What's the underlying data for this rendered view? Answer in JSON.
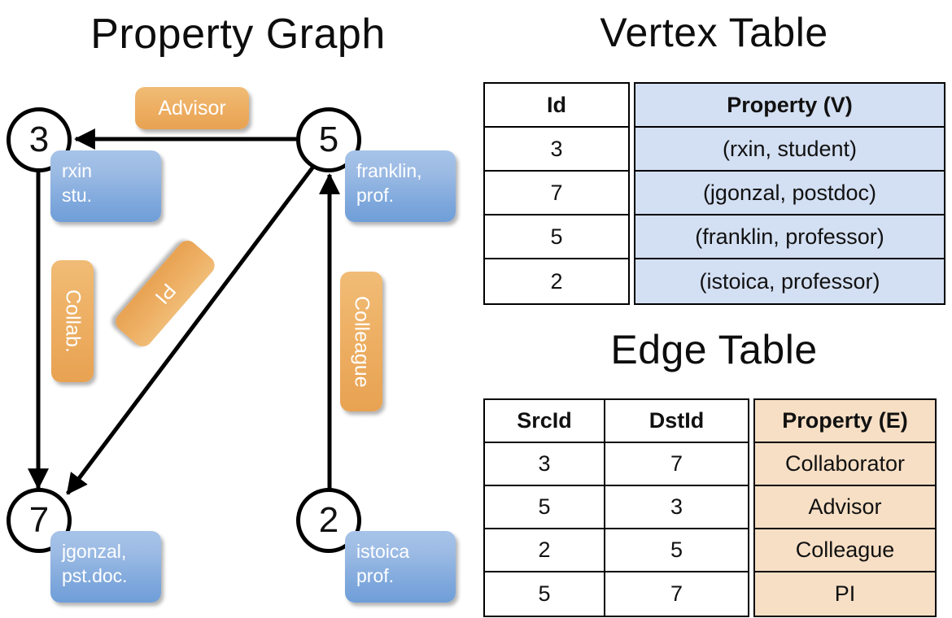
{
  "titles": {
    "property_graph": "Property Graph",
    "vertex_table": "Vertex Table",
    "edge_table": "Edge Table"
  },
  "colors": {
    "vertex_property_fill": "#d3dff2",
    "edge_property_fill": "#f7dfc5",
    "vertex_box_fill": "#8cb3e0",
    "edge_label_fill": "#eeb166",
    "stroke": "#000000"
  },
  "graph": {
    "nodes": [
      {
        "id": "3",
        "label": "3",
        "property_lines": [
          "rxin",
          "stu."
        ]
      },
      {
        "id": "5",
        "label": "5",
        "property_lines": [
          "franklin,",
          "prof."
        ]
      },
      {
        "id": "7",
        "label": "7",
        "property_lines": [
          "jgonzal,",
          "pst.doc."
        ]
      },
      {
        "id": "2",
        "label": "2",
        "property_lines": [
          "istoica",
          "prof."
        ]
      }
    ],
    "edge_labels": [
      {
        "name": "advisor",
        "text": "Advisor",
        "orientation": "horizontal"
      },
      {
        "name": "collab",
        "text": "Collab.",
        "orientation": "vertical"
      },
      {
        "name": "pi",
        "text": "PI",
        "orientation": "diagonal"
      },
      {
        "name": "colleague",
        "text": "Colleague",
        "orientation": "vertical"
      }
    ]
  },
  "vertex_table": {
    "headers": [
      "Id",
      "Property (V)"
    ],
    "rows": [
      {
        "id": "3",
        "property": "(rxin, student)"
      },
      {
        "id": "7",
        "property": "(jgonzal, postdoc)"
      },
      {
        "id": "5",
        "property": "(franklin, professor)"
      },
      {
        "id": "2",
        "property": "(istoica, professor)"
      }
    ]
  },
  "edge_table": {
    "headers": [
      "SrcId",
      "DstId",
      "Property (E)"
    ],
    "rows": [
      {
        "src": "3",
        "dst": "7",
        "property": "Collaborator"
      },
      {
        "src": "5",
        "dst": "3",
        "property": "Advisor"
      },
      {
        "src": "2",
        "dst": "5",
        "property": "Colleague"
      },
      {
        "src": "5",
        "dst": "7",
        "property": "PI"
      }
    ]
  }
}
